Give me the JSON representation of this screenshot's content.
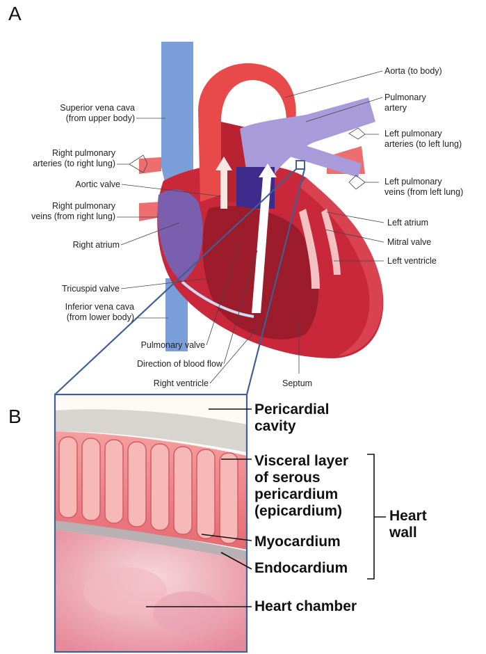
{
  "panels": {
    "a": "A",
    "b": "B"
  },
  "colors": {
    "artery_red": "#e84a4a",
    "vein_blue": "#7a9fd8",
    "pulmonary_purple": "#a79bd9",
    "muscle_red": "#c8283a",
    "frame_blue": "#3f5f95"
  },
  "heart_labels": {
    "superior_vena_cava": [
      "Superior vena cava",
      "(from upper body)"
    ],
    "right_pulmonary_arteries": [
      "Right pulmonary",
      "arteries (to right lung)"
    ],
    "aortic_valve": "Aortic valve",
    "right_pulmonary_veins": [
      "Right pulmonary",
      "veins (from right lung)"
    ],
    "right_atrium": "Right atrium",
    "tricuspid_valve": "Tricuspid valve",
    "inferior_vena_cava": [
      "Inferior vena cava",
      "(from lower body)"
    ],
    "pulmonary_valve": "Pulmonary valve",
    "direction_of_blood_flow": "Direction of blood flow",
    "right_ventricle": "Right ventricle",
    "septum": "Septum",
    "aorta": "Aorta (to body)",
    "pulmonary_artery": [
      "Pulmonary",
      "artery"
    ],
    "left_pulmonary_arteries": [
      "Left pulmonary",
      "arteries (to left lung)"
    ],
    "left_pulmonary_veins": [
      "Left pulmonary",
      "veins (from left lung)"
    ],
    "left_atrium": "Left atrium",
    "mitral_valve": "Mitral valve",
    "left_ventricle": "Left ventricle"
  },
  "wall_labels": {
    "pericardial_cavity": [
      "Pericardial",
      "cavity"
    ],
    "visceral_layer": [
      "Visceral layer",
      "of serous",
      "pericardium",
      "(epicardium)"
    ],
    "myocardium": "Myocardium",
    "endocardium": "Endocardium",
    "heart_chamber": "Heart chamber",
    "heart_wall": [
      "Heart",
      "wall"
    ]
  }
}
